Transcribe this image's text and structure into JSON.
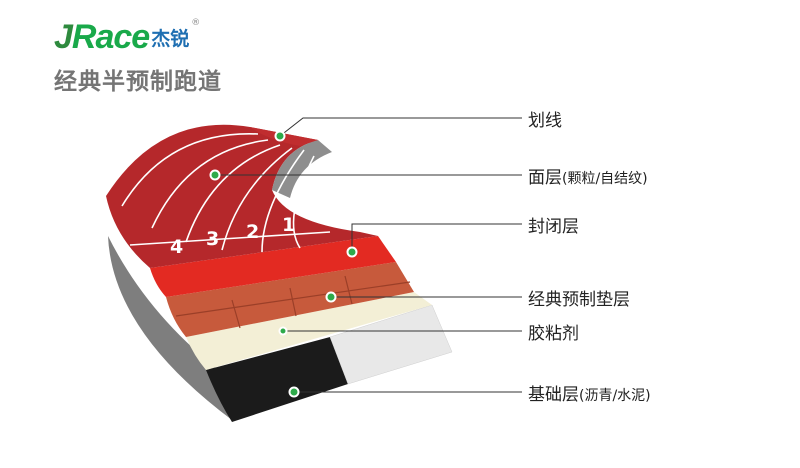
{
  "brand": {
    "logo_text_j": "J",
    "logo_text_rest": "Race",
    "logo_cn": "杰锐",
    "registered": "®"
  },
  "title": "经典半预制跑道",
  "lane_numbers": [
    "1",
    "2",
    "3",
    "4"
  ],
  "layers": [
    {
      "name": "划线",
      "sub": ""
    },
    {
      "name": "面层",
      "sub": "(颗粒/自结纹)"
    },
    {
      "name": "封闭层",
      "sub": ""
    },
    {
      "name": "经典预制垫层",
      "sub": ""
    },
    {
      "name": "胶粘剂",
      "sub": ""
    },
    {
      "name": "基础层",
      "sub": "(沥青/水泥)"
    }
  ],
  "colors": {
    "track_red": "#b5282b",
    "sealing_red": "#e32a22",
    "pad_brick": "#c75a3c",
    "adhesive": "#f5f0d8",
    "base_black": "#1b1b1b",
    "side_grey": "#8a8a8a",
    "brand_green": "#19a94a",
    "brand_blue": "#1f6fb2"
  }
}
